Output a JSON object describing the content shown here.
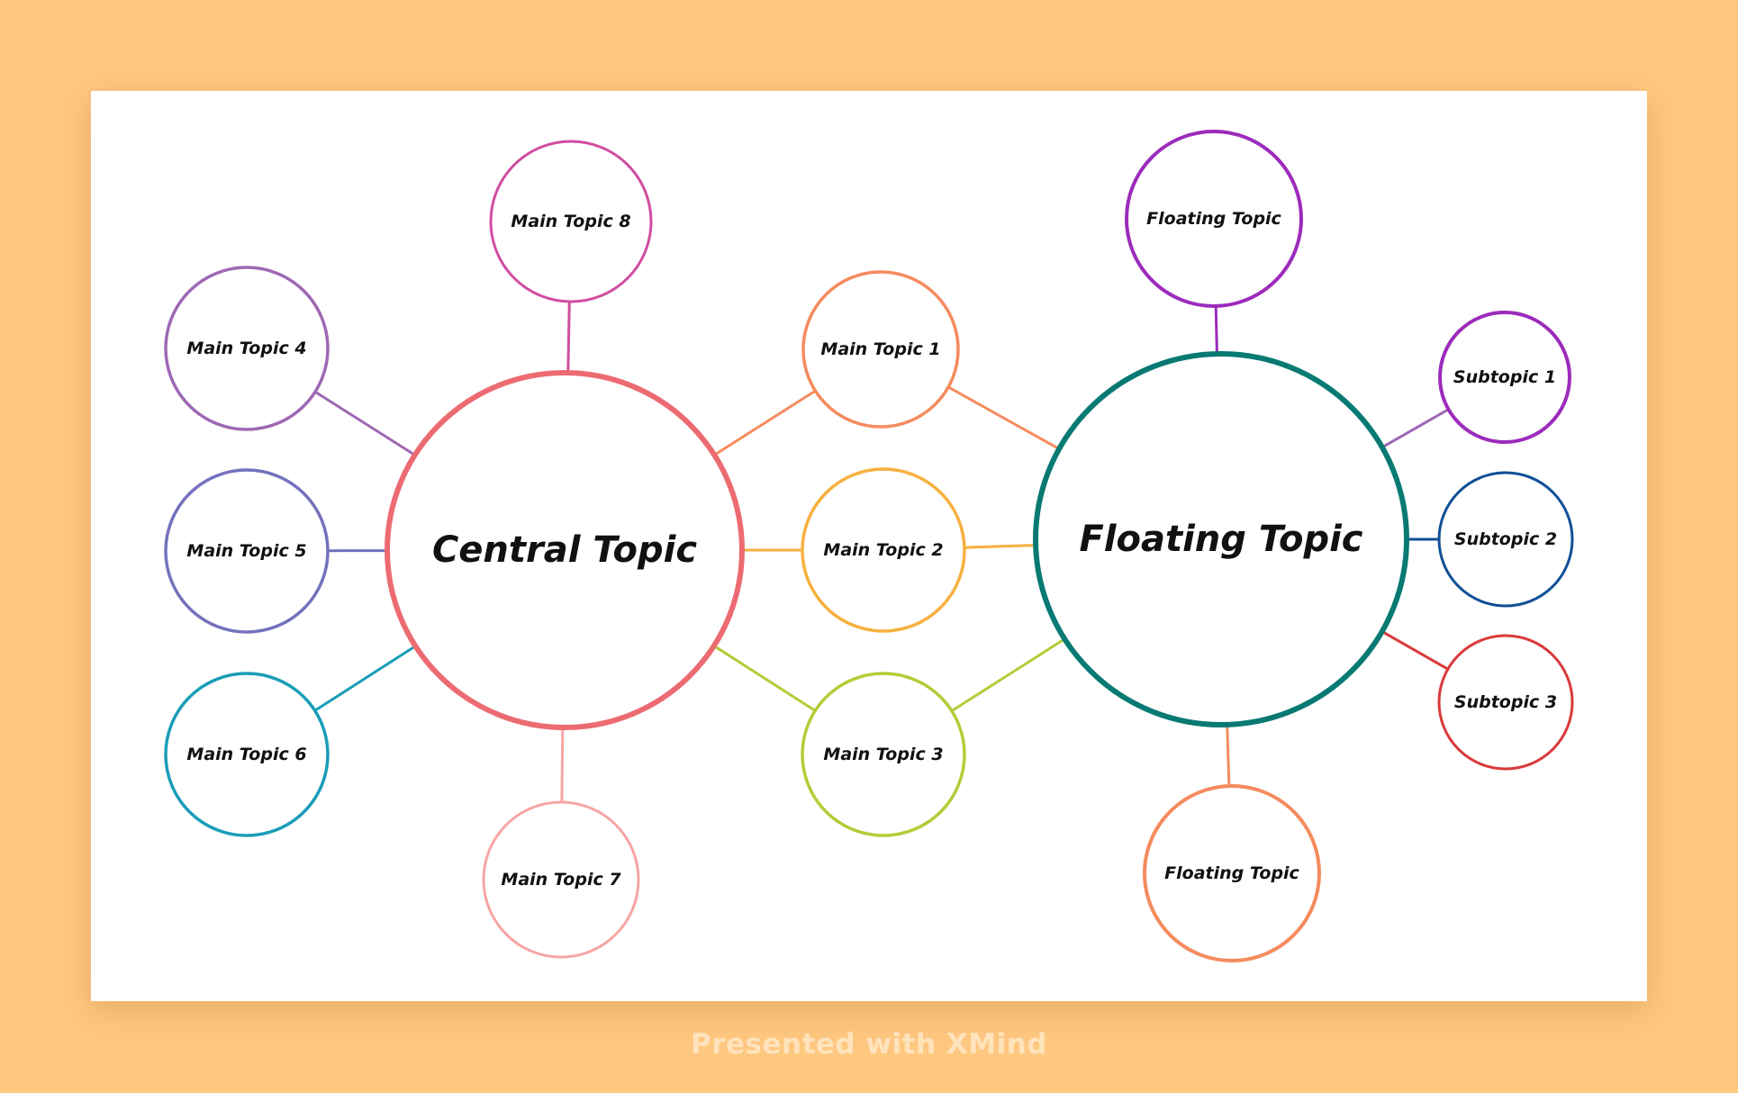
{
  "footer": {
    "text": "Presented with XMind"
  },
  "mind_map": {
    "nodes": [
      {
        "id": "central",
        "label": "Central Topic",
        "color": "#EC6B72",
        "role": "central"
      },
      {
        "id": "t1",
        "label": "Main Topic 1",
        "color": "#F58B5E",
        "role": "topic"
      },
      {
        "id": "t2",
        "label": "Main Topic 2",
        "color": "#F7B03F",
        "role": "topic"
      },
      {
        "id": "t3",
        "label": "Main Topic 3",
        "color": "#B3CC38",
        "role": "topic"
      },
      {
        "id": "t4",
        "label": "Main Topic 4",
        "color": "#9E68B4",
        "role": "topic"
      },
      {
        "id": "t5",
        "label": "Main Topic 5",
        "color": "#7472BC",
        "role": "topic"
      },
      {
        "id": "t6",
        "label": "Main Topic 6",
        "color": "#1A9DB8",
        "role": "topic"
      },
      {
        "id": "t7",
        "label": "Main Topic 7",
        "color": "#F7A4A4",
        "role": "topic"
      },
      {
        "id": "t8",
        "label": "Main Topic 8",
        "color": "#D04DA0",
        "role": "topic"
      },
      {
        "id": "floating",
        "label": "Floating Topic",
        "color": "#087A73",
        "role": "floating-main"
      },
      {
        "id": "ft-top",
        "label": "Floating Topic",
        "color": "#9C2BBB",
        "role": "floating"
      },
      {
        "id": "ft-bottom",
        "label": "Floating Topic",
        "color": "#F58B5E",
        "role": "floating"
      },
      {
        "id": "s1",
        "label": "Subtopic 1",
        "color": "#9C2BBB",
        "role": "subtopic"
      },
      {
        "id": "s2",
        "label": "Subtopic 2",
        "color": "#114F96",
        "role": "subtopic"
      },
      {
        "id": "s3",
        "label": "Subtopic 3",
        "color": "#DA3A3A",
        "role": "subtopic"
      }
    ],
    "edges": [
      {
        "from": "central",
        "to": "t1",
        "color": "#F58B5E"
      },
      {
        "from": "central",
        "to": "t2",
        "color": "#F7B03F"
      },
      {
        "from": "central",
        "to": "t3",
        "color": "#B3CC38"
      },
      {
        "from": "central",
        "to": "t4",
        "color": "#9E68B4"
      },
      {
        "from": "central",
        "to": "t5",
        "color": "#7472BC"
      },
      {
        "from": "central",
        "to": "t6",
        "color": "#1A9DB8"
      },
      {
        "from": "central",
        "to": "t7",
        "color": "#F7A4A4"
      },
      {
        "from": "central",
        "to": "t8",
        "color": "#D04DA0"
      },
      {
        "from": "t1",
        "to": "floating",
        "color": "#F58B5E"
      },
      {
        "from": "t2",
        "to": "floating",
        "color": "#F7B03F"
      },
      {
        "from": "t3",
        "to": "floating",
        "color": "#B3CC38"
      },
      {
        "from": "floating",
        "to": "ft-top",
        "color": "#9C2BBB"
      },
      {
        "from": "floating",
        "to": "ft-bottom",
        "color": "#F58B5E"
      },
      {
        "from": "floating",
        "to": "s1",
        "color": "#9E68B4"
      },
      {
        "from": "floating",
        "to": "s2",
        "color": "#114F96"
      },
      {
        "from": "floating",
        "to": "s3",
        "color": "#DA3A3A"
      }
    ]
  }
}
